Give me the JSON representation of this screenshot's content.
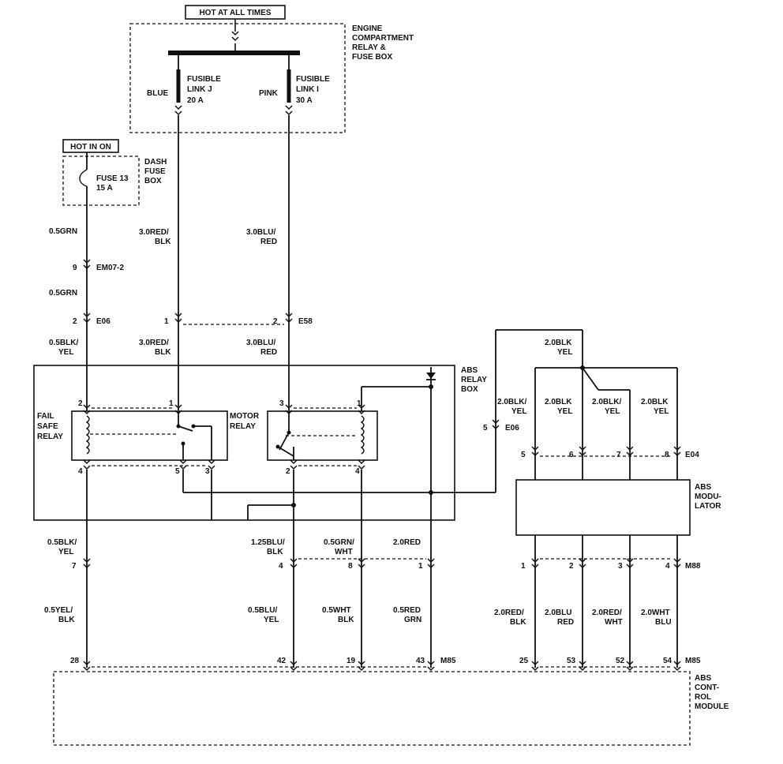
{
  "labels": {
    "hot_at_all_times": "HOT AT ALL TIMES",
    "hot_in_on": "HOT IN ON",
    "engine_box": [
      "ENGINE",
      "COMPARTMENT",
      "RELAY &",
      "FUSE BOX"
    ],
    "dash_fuse_box": [
      "DASH",
      "FUSE",
      "BOX"
    ],
    "fuse13": [
      "FUSE 13",
      "15 A"
    ],
    "fusible_j": [
      "FUSIBLE",
      "LINK J",
      "20 A"
    ],
    "fusible_i": [
      "FUSIBLE",
      "LINK I",
      "30 A"
    ],
    "blue": "BLUE",
    "pink": "PINK",
    "abs_relay_box": [
      "ABS",
      "RELAY",
      "BOX"
    ],
    "fail_safe_relay": [
      "FAIL",
      "SAFE",
      "RELAY"
    ],
    "motor_relay": [
      "MOTOR",
      "RELAY"
    ],
    "abs_modulator": [
      "ABS",
      "MODU-",
      "LATOR"
    ],
    "abs_control_module": [
      "ABS",
      "CONT-",
      "ROL",
      "MODULE"
    ]
  },
  "wires": {
    "w_05grn_top": "0.5GRN",
    "w_05grn_mid": "0.5GRN",
    "w_30redblk_top": [
      "3.0RED/",
      "BLK"
    ],
    "w_30blured_top": [
      "3.0BLU/",
      "RED"
    ],
    "w_05blkyel_top": [
      "0.5BLK/",
      "YEL"
    ],
    "w_30redblk_mid": [
      "3.0RED/",
      "BLK"
    ],
    "w_30blured_mid": [
      "3.0BLU/",
      "RED"
    ],
    "w_20blkyel_top": [
      "2.0BLK",
      "YEL"
    ],
    "w_20blkyel_1": [
      "2.0BLK/",
      "YEL"
    ],
    "w_20blkyel_2": [
      "2.0BLK",
      "YEL"
    ],
    "w_20blkyel_3": [
      "2.0BLK/",
      "YEL"
    ],
    "w_20blkyel_4": [
      "2.0BLK",
      "YEL"
    ],
    "w_05blkyel_bot": [
      "0.5BLK/",
      "YEL"
    ],
    "w_125blublk": [
      "1.25BLU/",
      "BLK"
    ],
    "w_05grnwht": [
      "0.5GRN/",
      "WHT"
    ],
    "w_20red": "2.0RED",
    "w_05yelblk": [
      "0.5YEL/",
      "BLK"
    ],
    "w_05bluyel": [
      "0.5BLU/",
      "YEL"
    ],
    "w_05whtblk": [
      "0.5WHT",
      "BLK"
    ],
    "w_05redgrn": [
      "0.5RED",
      "GRN"
    ],
    "w_20redblk": [
      "2.0RED/",
      "BLK"
    ],
    "w_20blured": [
      "2.0BLU",
      "RED"
    ],
    "w_20redwht": [
      "2.0RED/",
      "WHT"
    ],
    "w_20whtblu": [
      "2.0WHT",
      "BLU"
    ]
  },
  "connectors": {
    "em07": "EM07-2",
    "e06": "E06",
    "e58": "E58",
    "e06_right": "E06",
    "e04": "E04",
    "m88": "M88",
    "m85_top": "M85",
    "m85_bot": "M85"
  },
  "pins": {
    "p9": "9",
    "p2_e06": "2",
    "p1_e58": "1",
    "p2_e58": "2",
    "fs2": "2",
    "fs1": "1",
    "fs4": "4",
    "fs5": "5",
    "fs3": "3",
    "mr3": "3",
    "mr1": "1",
    "mr2": "2",
    "mr4": "4",
    "p5_e06": "5",
    "e04_5": "5",
    "e04_6": "6",
    "e04_7": "7",
    "e04_8": "8",
    "m85_7": "7",
    "m85_4": "4",
    "m85_8": "8",
    "m85_1": "1",
    "m88_1": "1",
    "m88_2": "2",
    "m88_3": "3",
    "m88_4": "4",
    "cm_28": "28",
    "cm_42": "42",
    "cm_19": "19",
    "cm_43": "43",
    "cm_25": "25",
    "cm_53": "53",
    "cm_52": "52",
    "cm_54": "54"
  }
}
